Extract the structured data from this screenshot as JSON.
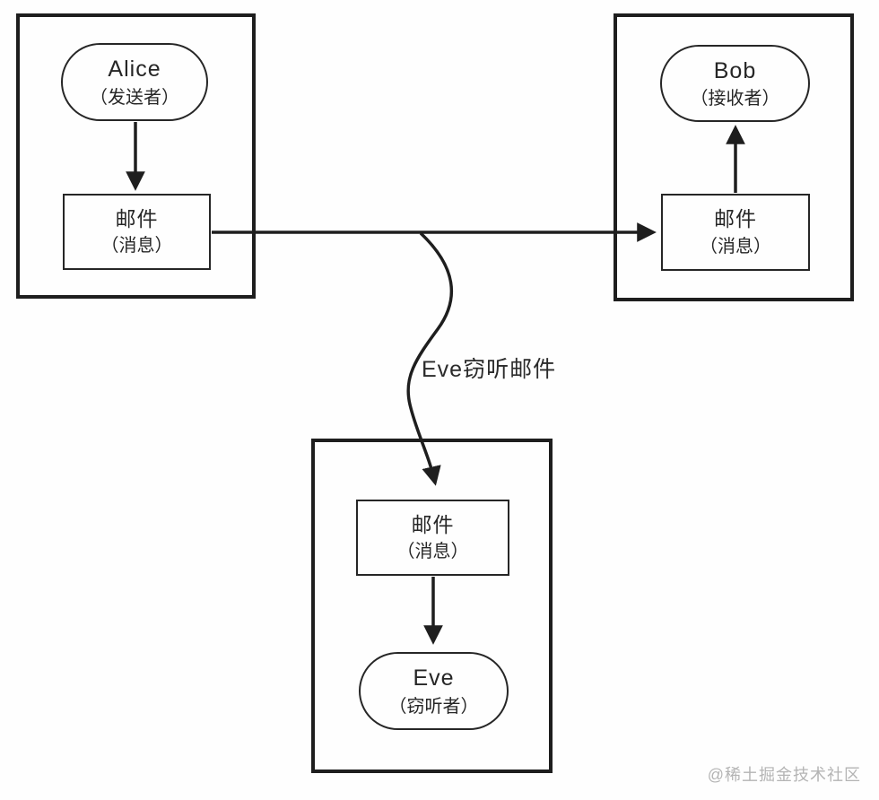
{
  "diagram": {
    "title_hidden": "",
    "groups": [
      {
        "id": "sender",
        "actor": {
          "line1": "Alice",
          "line2": "（发送者）"
        },
        "mail": {
          "line1": "邮件",
          "line2": "（消息）"
        }
      },
      {
        "id": "receiver",
        "actor": {
          "line1": "Bob",
          "line2": "（接收者）"
        },
        "mail": {
          "line1": "邮件",
          "line2": "（消息）"
        }
      },
      {
        "id": "eavesdropper",
        "actor": {
          "line1": "Eve",
          "line2": "（窃听者）"
        },
        "mail": {
          "line1": "邮件",
          "line2": "（消息）"
        }
      }
    ],
    "edges": [
      {
        "from": "alice-node",
        "to": "alice-mail",
        "type": "straight-arrow"
      },
      {
        "from": "alice-mail",
        "to": "bob-mail",
        "type": "straight-arrow"
      },
      {
        "from": "bob-mail",
        "to": "bob-node",
        "type": "straight-arrow"
      },
      {
        "from": "transmission-line",
        "to": "eve-mail",
        "type": "wavy-tap-arrow",
        "label": "Eve窃听邮件"
      },
      {
        "from": "eve-mail",
        "to": "eve-node",
        "type": "straight-arrow"
      }
    ],
    "labels": {
      "eavesdrop": "Eve窃听邮件",
      "watermark": "@稀土掘金技术社区"
    },
    "colors": {
      "line": "#1e1e1e",
      "text": "#262626",
      "background": "#fefefe",
      "watermark": "#b4b4b4"
    }
  }
}
